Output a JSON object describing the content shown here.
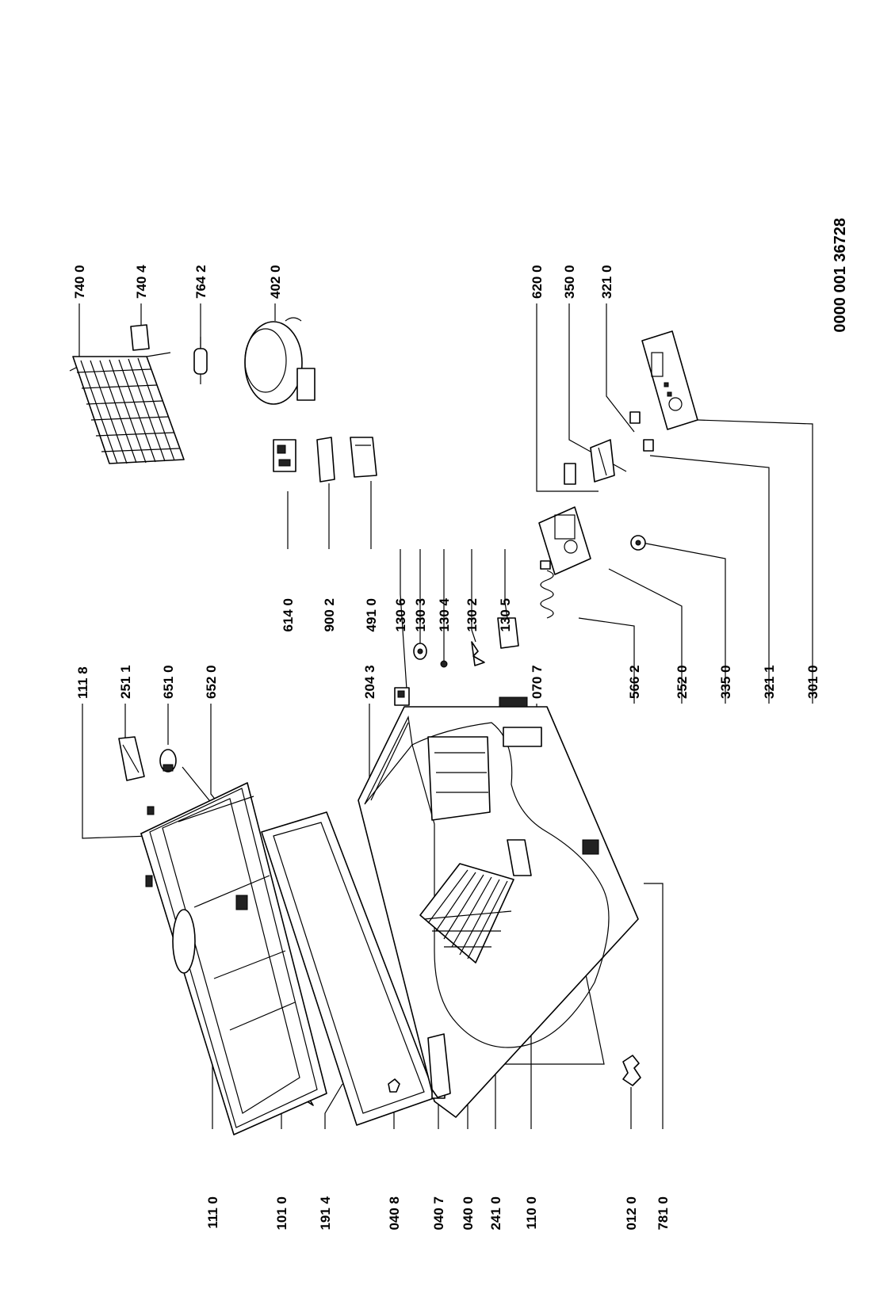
{
  "document": {
    "id_number": "0000 001 36728"
  },
  "labels": [
    {
      "key": "111_0",
      "text": "111 0"
    },
    {
      "key": "101_0",
      "text": "101 0"
    },
    {
      "key": "191_4",
      "text": "191 4"
    },
    {
      "key": "040_8",
      "text": "040 8"
    },
    {
      "key": "040_7",
      "text": "040 7"
    },
    {
      "key": "040_0",
      "text": "040 0"
    },
    {
      "key": "241_0",
      "text": "241 0"
    },
    {
      "key": "110_0",
      "text": "110 0"
    },
    {
      "key": "012_0",
      "text": "012 0"
    },
    {
      "key": "781_0",
      "text": "781 0"
    },
    {
      "key": "111_8",
      "text": "111 8"
    },
    {
      "key": "251_1",
      "text": "251 1"
    },
    {
      "key": "651_0",
      "text": "651 0"
    },
    {
      "key": "652_0",
      "text": "652 0"
    },
    {
      "key": "204_3",
      "text": "204 3"
    },
    {
      "key": "070_7",
      "text": "070 7"
    },
    {
      "key": "566_2",
      "text": "566 2"
    },
    {
      "key": "252_0",
      "text": "252 0"
    },
    {
      "key": "335_0",
      "text": "335 0"
    },
    {
      "key": "321_1",
      "text": "321 1"
    },
    {
      "key": "301_0",
      "text": "301 0"
    },
    {
      "key": "614_0",
      "text": "614 0"
    },
    {
      "key": "900_2",
      "text": "900 2"
    },
    {
      "key": "491_0",
      "text": "491 0"
    },
    {
      "key": "130_6",
      "text": "130 6"
    },
    {
      "key": "130_3",
      "text": "130 3"
    },
    {
      "key": "130_4",
      "text": "130 4"
    },
    {
      "key": "130_2",
      "text": "130 2"
    },
    {
      "key": "130_5",
      "text": "130 5"
    },
    {
      "key": "740_0",
      "text": "740 0"
    },
    {
      "key": "740_4",
      "text": "740 4"
    },
    {
      "key": "764_2",
      "text": "764 2"
    },
    {
      "key": "402_0",
      "text": "402 0"
    },
    {
      "key": "620_0",
      "text": "620 0"
    },
    {
      "key": "350_0",
      "text": "350 0"
    },
    {
      "key": "321_0",
      "text": "321 0"
    }
  ]
}
